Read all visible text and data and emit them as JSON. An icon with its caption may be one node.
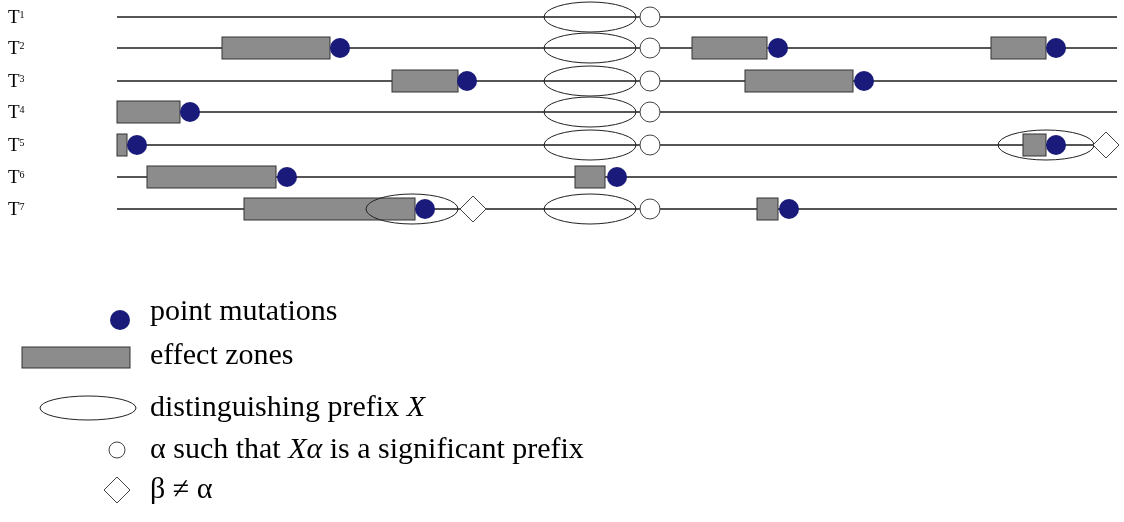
{
  "diagram": {
    "labels": [
      "T$^{1}$",
      "T$^{2}$",
      "T$^{3}$",
      "T$^{4}$",
      "T$^{5}$",
      "T$^{6}$",
      "T$^{7}$"
    ],
    "legend": [
      {
        "text": "point mutations"
      },
      {
        "text": "effect zones"
      },
      {
        "text": "distinguishing prefix *X*"
      },
      {
        "text": "α such that *Xα* is a significant prefix"
      },
      {
        "text": "β ≠ α"
      }
    ]
  }
}
